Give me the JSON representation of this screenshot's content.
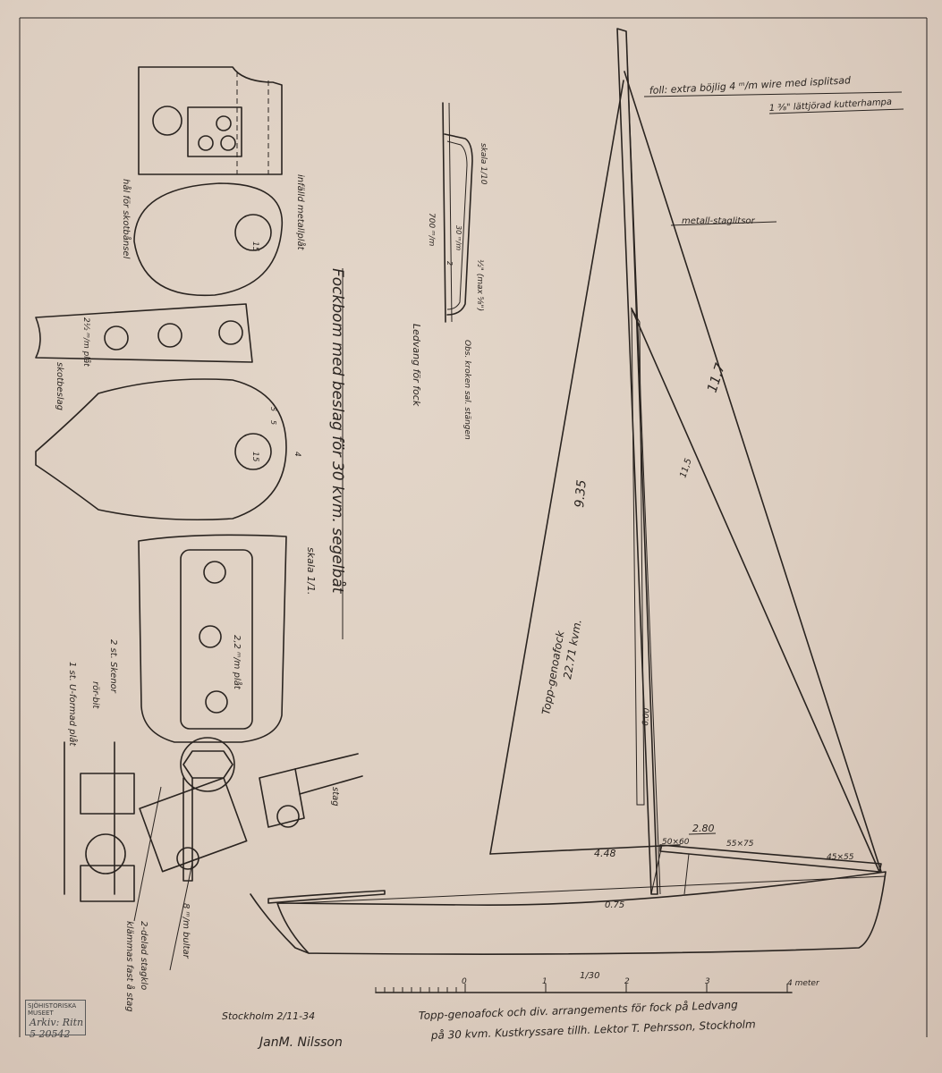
{
  "labels": {
    "jib_cloth": "foll: extra böjlig 4 ᵐ/m wire med isplitsad",
    "jib_cloth2": "1 ³⁄₈\" lättjörad kutterhampa",
    "stay_strands": "metall-staglitsor",
    "luff": "11,7",
    "luff_faded": "11,5",
    "mast_height": "9.35",
    "sail_name": "Topp-genoafock",
    "sail_area": "22.71 kvm.",
    "foot": "4.48",
    "boom_len": "2.80",
    "spar1": "50×60",
    "spar2": "55×75",
    "spar3": "45×55",
    "small_dim": "0.75",
    "mast_mark": "6.00",
    "hole_label": "hål för skotbånsel",
    "inset_plate": "infälld metallplåt",
    "hole15a": "15",
    "hole15b": "15",
    "dim5a": "5",
    "dim5b": "5",
    "dim4": "4",
    "plate2": "2½ ᵐ/m plåt",
    "sheet_fitting": "skotbeslag",
    "main_title": "Fockbom med beslag för 30 kvm. segelbåt",
    "scale11": "skala 1/1.",
    "plate22": "2,2 ᵐ/m plåt",
    "hose": "2 st. Skenor",
    "pipe": "rör-bit",
    "uplate": "1 st. U-formad plåt",
    "stayv": "stag",
    "bolts": "8 ᵐ/m bultar",
    "clamp": "2-delad stagklo",
    "clamp2": "klämmas fast å stag",
    "scale110": "skala 1/10",
    "d700": "700 ᵐ/m",
    "d30": "30 ᵐ/m",
    "d2": "2",
    "half": "½\" (max ⁵⁄₈\")",
    "obs": "Obs. kroken sal. stängen",
    "ledvang": "Ledvang för fock",
    "scale130": "1/30",
    "tick0": "0",
    "tick1": "1",
    "tick2": "2",
    "tick3": "3",
    "tick4": "4 meter",
    "place_date": "Stockholm 2/11-34",
    "signature": "JanM. Nilsson",
    "caption1": "Topp-genoafock och div. arrangements för fock på Ledvang",
    "caption2": "på 30 kvm. Kustkryssare tillh. Lektor T. Pehrsson, Stockholm",
    "stamp1": "SJÖHISTORISKA MUSEET",
    "stamp2": "Arkiv: Ritn 5 20542"
  }
}
